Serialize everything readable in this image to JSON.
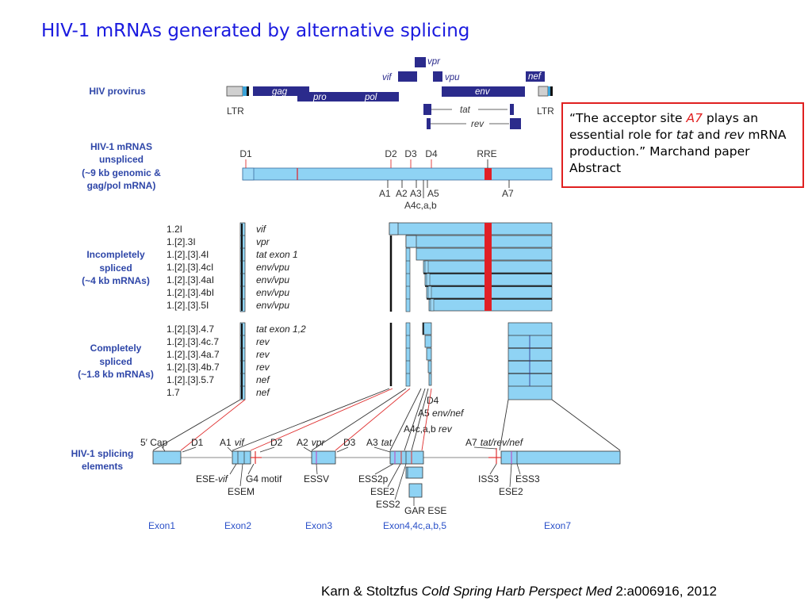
{
  "title": "HIV-1 mRNAs generated by alternative splicing",
  "quote": {
    "p1": "“The acceptor site ",
    "a7": "A7",
    "p2": " plays an essential role for ",
    "tat": "tat",
    "p3": " and ",
    "rev": "rev",
    "p4": " mRNA production.” Marchand paper Abstract"
  },
  "citation": {
    "authors": "Karn & Stoltzfus ",
    "journal": "Cold Spring Harb Perspect Med",
    "ref": "  2:a006916, 2012"
  },
  "sections": {
    "provirus": "HIV provirus",
    "unspliced": [
      "HIV-1 mRNAS",
      "unspliced",
      "(~9 kb genomic &",
      "gag/pol mRNA)"
    ],
    "incomplete": [
      "Incompletely",
      "spliced",
      "(~4 kb mRNAs)"
    ],
    "complete": [
      "Completely",
      "spliced",
      "(~1.8 kb mRNAs)"
    ],
    "elements": [
      "HIV-1 splicing",
      "elements"
    ]
  },
  "genes": {
    "vpr": "vpr",
    "vif": "vif",
    "vpu": "vpu",
    "nef": "nef",
    "gag": "gag",
    "pro": "pro",
    "pol": "pol",
    "env": "env",
    "tat": "tat",
    "rev": "rev",
    "ltr_left": "LTR",
    "ltr_right": "LTR"
  },
  "donors": {
    "d1": "D1",
    "d2": "D2",
    "d3": "D3",
    "d4": "D4",
    "rre": "RRE"
  },
  "acceptors": {
    "a1": "A1",
    "a2": "A2",
    "a3": "A3",
    "a5": "A5",
    "a4": "A4c,a,b",
    "a7": "A7"
  },
  "incomplete_rows": [
    {
      "id": "1.2I",
      "gene": "vif"
    },
    {
      "id": "1.[2].3I",
      "gene": "vpr"
    },
    {
      "id": "1.[2].[3].4I",
      "gene": "tat exon 1"
    },
    {
      "id": "1.[2].[3].4cI",
      "gene": "env/vpu"
    },
    {
      "id": "1.[2].[3].4aI",
      "gene": "env/vpu"
    },
    {
      "id": "1.[2].[3].4bI",
      "gene": "env/vpu"
    },
    {
      "id": "1.[2].[3].5I",
      "gene": "env/vpu"
    }
  ],
  "complete_rows": [
    {
      "id": "1.[2].[3].4.7",
      "gene": "tat exon 1,2"
    },
    {
      "id": "1.[2].[3].4c.7",
      "gene": "rev"
    },
    {
      "id": "1.[2].[3].4a.7",
      "gene": "rev"
    },
    {
      "id": "1.[2].[3].4b.7",
      "gene": "rev"
    },
    {
      "id": "1.[2].[3].5.7",
      "gene": "nef"
    },
    {
      "id": "1.7",
      "gene": "nef"
    }
  ],
  "callouts": {
    "d4": "D4",
    "a5_pre": "A5 ",
    "a5_gene": "env/nef",
    "a4_pre": "A4c,a,b ",
    "a4_gene": "rev"
  },
  "elements": {
    "cap": "5′ Cap",
    "d1": "D1",
    "a1": "A1",
    "a1_gene": "vif",
    "d2": "D2",
    "a2": "A2",
    "a2_gene": "vpr",
    "d3": "D3",
    "a3": "A3",
    "a3_gene": "tat",
    "a7": "A7",
    "a7_gene": "tat/rev/nef",
    "ese_vif_pre": "ESE-",
    "ese_vif_gene": "vif",
    "g4": "G4 motif",
    "esem": "ESEM",
    "essv": "ESSV",
    "ess2p": "ESS2p",
    "ese2": "ESE2",
    "ess2": "ESS2",
    "gar": "GAR ESE",
    "iss3": "ISS3",
    "ess3": "ESS3",
    "ese2_b": "ESE2"
  },
  "exons": {
    "e1": "Exon1",
    "e2": "Exon2",
    "e3": "Exon3",
    "e4": "Exon4,4c,a,b,5",
    "e7": "Exon7"
  },
  "colors": {
    "title_blue": "#1a1adf",
    "section_blue": "#2e46a8",
    "exon_light": "#8fd3f4",
    "gene_navy": "#2b2b8c",
    "rre_red": "#e01f26",
    "line_red": "#e03030",
    "exon_label_blue": "#2a50c8"
  }
}
